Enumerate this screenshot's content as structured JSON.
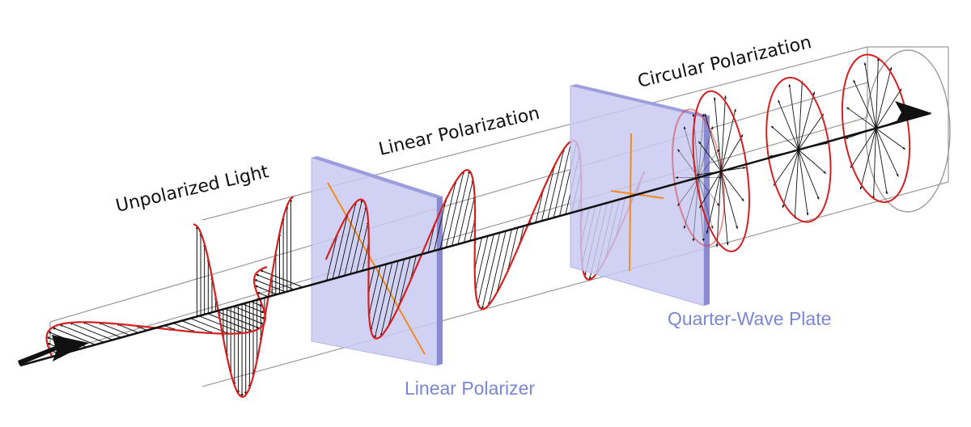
{
  "labels": {
    "unpolarized": "Unpolarized Light",
    "linear": "Linear Polarization",
    "circular": "Circular Polarization",
    "linear_polarizer": "Linear Polarizer",
    "quarter_wave_plate": "Quarter-Wave Plate"
  },
  "colors": {
    "wave": "#d42020",
    "vector": "#111111",
    "plate_face": "#c9c9f2",
    "plate_edge": "#8a8ad0",
    "axis": "#f08a1c",
    "box": "#9a9a9a",
    "caption": "#7a86d6"
  }
}
